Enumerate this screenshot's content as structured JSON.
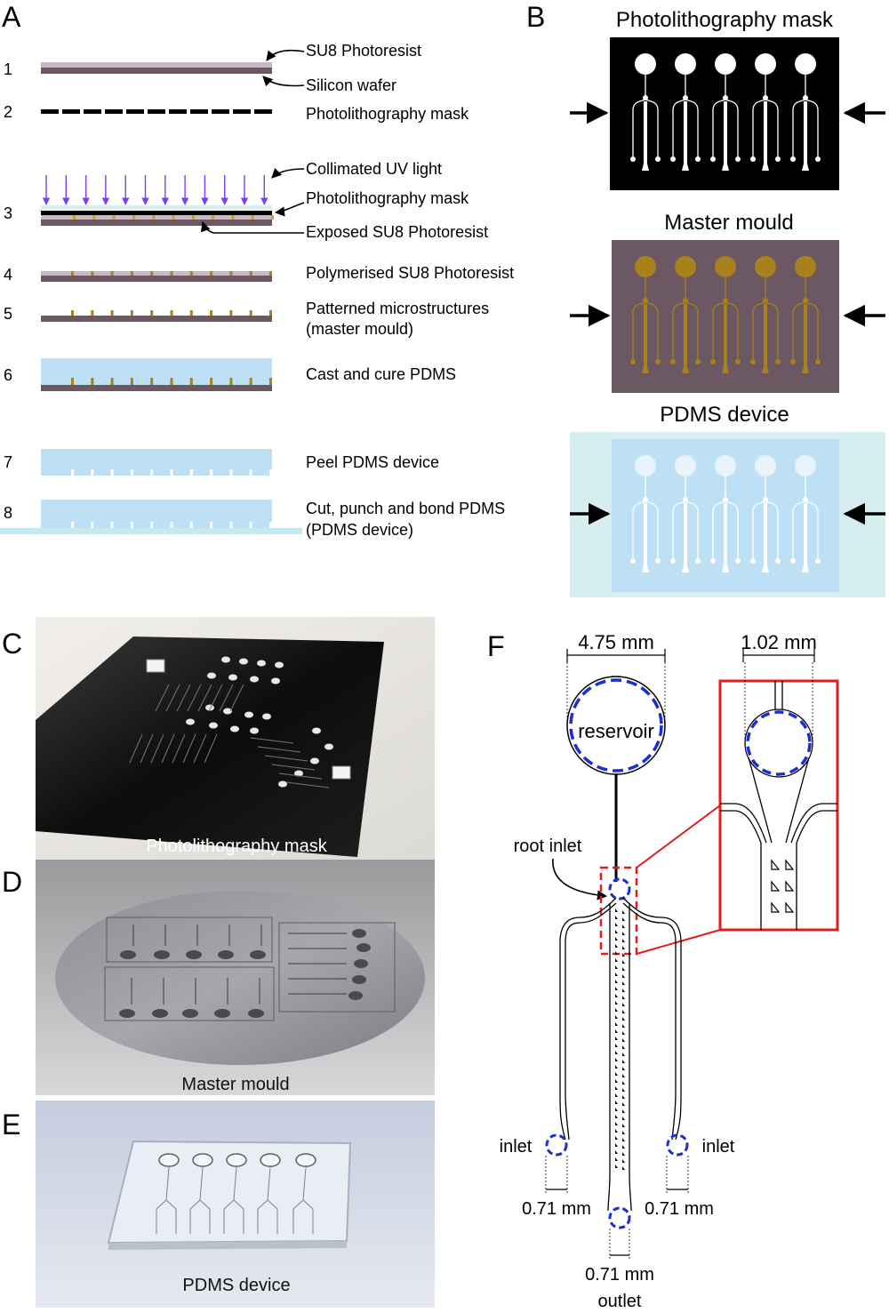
{
  "panel_letters": {
    "a": "A",
    "b": "B",
    "c": "C",
    "d": "D",
    "e": "E",
    "f": "F"
  },
  "panel_a": {
    "steps": [
      {
        "num": "1",
        "labels": [
          "SU8 Photoresist",
          "Silicon wafer"
        ]
      },
      {
        "num": "2",
        "labels": [
          "Photolithography mask"
        ]
      },
      {
        "num": "3",
        "labels": [
          "Collimated UV light",
          "Photolithography mask",
          "Exposed SU8 Photoresist"
        ]
      },
      {
        "num": "4",
        "labels": [
          "Polymerised SU8 Photoresist"
        ]
      },
      {
        "num": "5",
        "labels": [
          "Patterned microstructures",
          "(master mould)"
        ]
      },
      {
        "num": "6",
        "labels": [
          "Cast and cure PDMS"
        ]
      },
      {
        "num": "7",
        "labels": [
          "Peel PDMS device"
        ]
      },
      {
        "num": "8",
        "labels": [
          "Cut, punch and bond PDMS",
          "(PDMS device)"
        ]
      }
    ]
  },
  "panel_b": {
    "titles": [
      "Photolithography mask",
      "Master mould",
      "PDMS device"
    ]
  },
  "photos": {
    "c_caption": "Photolithography mask",
    "d_caption": "Master mould",
    "e_caption": "PDMS device"
  },
  "panel_f": {
    "dim_reservoir": "4.75 mm",
    "dim_zoom": "1.02 mm",
    "reservoir_label": "reservoir",
    "root_inlet_label": "root inlet",
    "inlet_left": "inlet",
    "inlet_right": "inlet",
    "dim_inlet_left": "0.71 mm",
    "dim_inlet_right": "0.71 mm",
    "dim_outlet": "0.71 mm",
    "outlet_label": "outlet"
  },
  "colors": {
    "wafer": "#6b5862",
    "su8": "#c9b9c4",
    "pdms": "#bde0f5",
    "pdms_border": "#d7eef1",
    "uv": "#7a3cff",
    "mould_feature": "#a8801c",
    "highlight_red": "#e31b1b",
    "circle_blue": "#1a2fd0"
  }
}
